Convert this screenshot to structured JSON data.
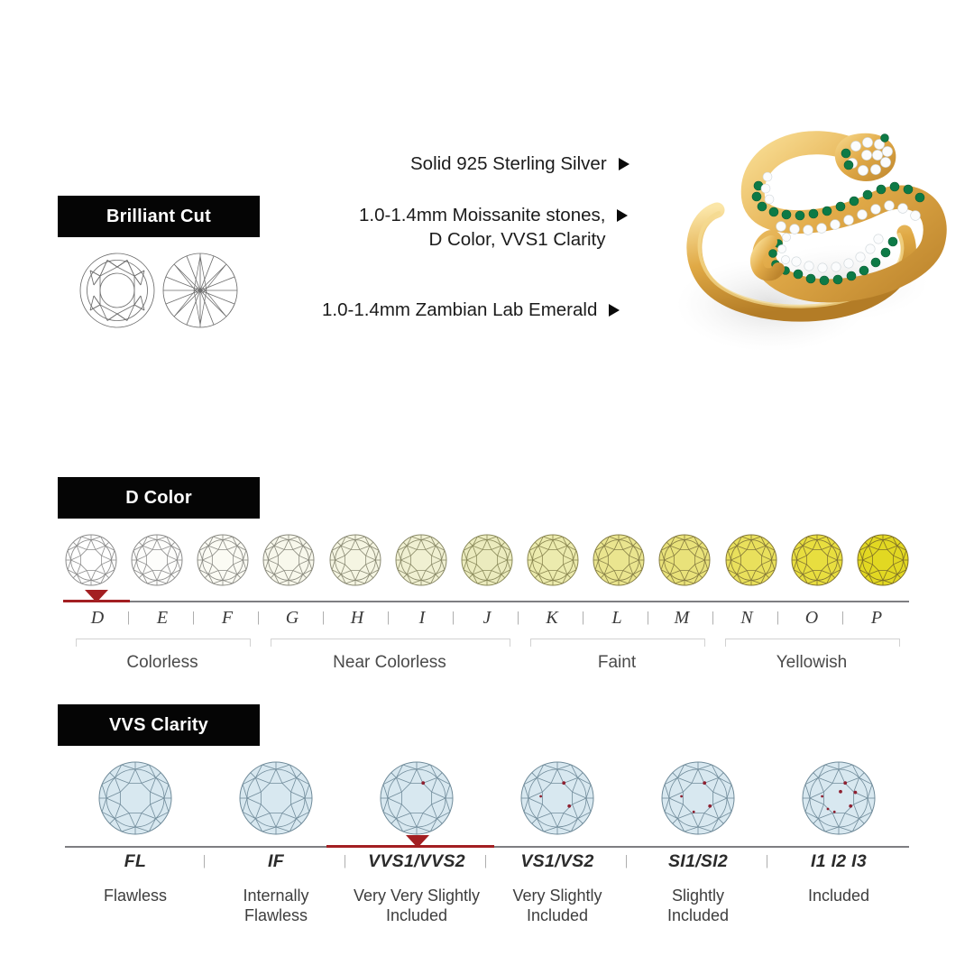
{
  "sections": {
    "cut": {
      "badge": "Brilliant Cut",
      "diagram_top_name": "crown-facet-diagram",
      "diagram_bottom_name": "pavilion-facet-diagram"
    },
    "color": {
      "badge": "D Color",
      "selected_grade": "D",
      "grades": [
        "D",
        "E",
        "F",
        "G",
        "H",
        "I",
        "J",
        "K",
        "L",
        "M",
        "N",
        "O",
        "P"
      ],
      "gem_fills": [
        "#ffffff",
        "#fdfdfb",
        "#fbfbf4",
        "#f8f8ec",
        "#f5f5e2",
        "#f0f0d2",
        "#ebebbe",
        "#ecebae",
        "#eae58f",
        "#e9e27a",
        "#e9e05c",
        "#e8de3f",
        "#e2d822"
      ],
      "gem_strokes": [
        "#8c8c8c",
        "#8c8c8c",
        "#8a8a84",
        "#8a8a7e",
        "#8a8a74",
        "#8a8a68",
        "#8a8a5a",
        "#8a8650",
        "#888148",
        "#867c40",
        "#847838",
        "#827432",
        "#7e6f26"
      ],
      "categories": [
        {
          "label": "Colorless",
          "from": "D",
          "to": "F"
        },
        {
          "label": "Near Colorless",
          "from": "G",
          "to": "J"
        },
        {
          "label": "Faint",
          "from": "K",
          "to": "M"
        },
        {
          "label": "Yellowish",
          "from": "N",
          "to": "P"
        }
      ]
    },
    "clarity": {
      "badge": "VVS Clarity",
      "selected_grade": "VVS1/VVS2",
      "gem_fill": "#d8e8f0",
      "gem_stroke": "#6f8a99",
      "inclusion_color": "#8e2030",
      "grades": [
        {
          "code": "FL",
          "desc": "Flawless",
          "inclusions": 0
        },
        {
          "code": "IF",
          "desc": "Internally\nFlawless",
          "inclusions": 0
        },
        {
          "code": "VVS1/VVS2",
          "desc": "Very Very Slightly\nIncluded",
          "inclusions": 1
        },
        {
          "code": "VS1/VS2",
          "desc": "Very Slightly\nIncluded",
          "inclusions": 3
        },
        {
          "code": "SI1/SI2",
          "desc": "Slightly\nIncluded",
          "inclusions": 4
        },
        {
          "code": "I1 I2 I3",
          "desc": "Included",
          "inclusions": 7
        }
      ]
    }
  },
  "specs": [
    {
      "text": "Solid 925 Sterling Silver"
    },
    {
      "text": "1.0-1.4mm Moissanite stones,\nD Color, VVS1 Clarity"
    },
    {
      "text": "1.0-1.4mm Zambian Lab Emerald"
    }
  ],
  "product": {
    "name": "snake-ring-photo",
    "metal_color": "#e2ab49",
    "metal_highlight": "#f7d98c",
    "metal_shadow": "#b9812b",
    "emerald_color": "#0d7a46",
    "emerald_dark": "#0a5c34",
    "diamond_color": "#fbfcfd",
    "shadow_color": "#e8e8e8"
  }
}
